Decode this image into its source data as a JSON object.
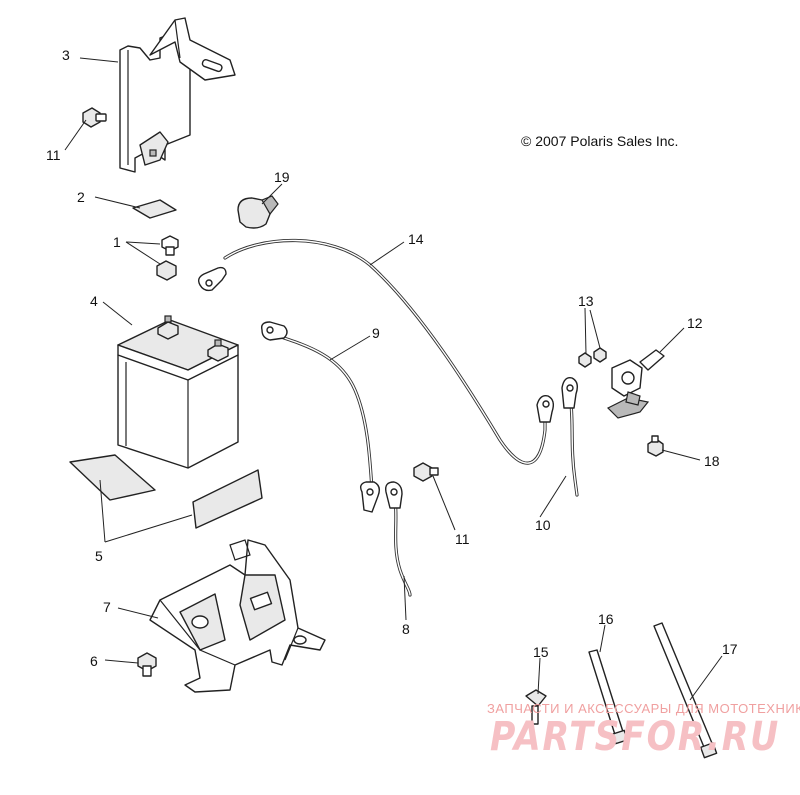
{
  "copyright": "© 2007 Polaris Sales Inc.",
  "watermark": {
    "tagline": "ЗАПЧАСТИ И АКСЕССУАРЫ ДЛЯ МОТОТЕХНИКИ",
    "brand": "PARTSFOR.RU",
    "color": "#f4b6bb"
  },
  "callouts": {
    "c1": "1",
    "c2": "2",
    "c3": "3",
    "c4": "4",
    "c5": "5",
    "c6": "6",
    "c7": "7",
    "c8": "8",
    "c9": "9",
    "c10": "10",
    "c11a": "11",
    "c11b": "11",
    "c12": "12",
    "c13": "13",
    "c14": "14",
    "c15": "15",
    "c16": "16",
    "c17": "17",
    "c18": "18",
    "c19": "19"
  },
  "parts_icons": [
    "battery-hold-down-bracket-icon",
    "bolt-icon",
    "pad-icon",
    "battery-icon",
    "terminal-nut-icon",
    "battery-box-icon",
    "cable-icon",
    "solenoid-icon",
    "nut-icon",
    "boot-icon",
    "clip-icon",
    "cable-tie-icon"
  ]
}
